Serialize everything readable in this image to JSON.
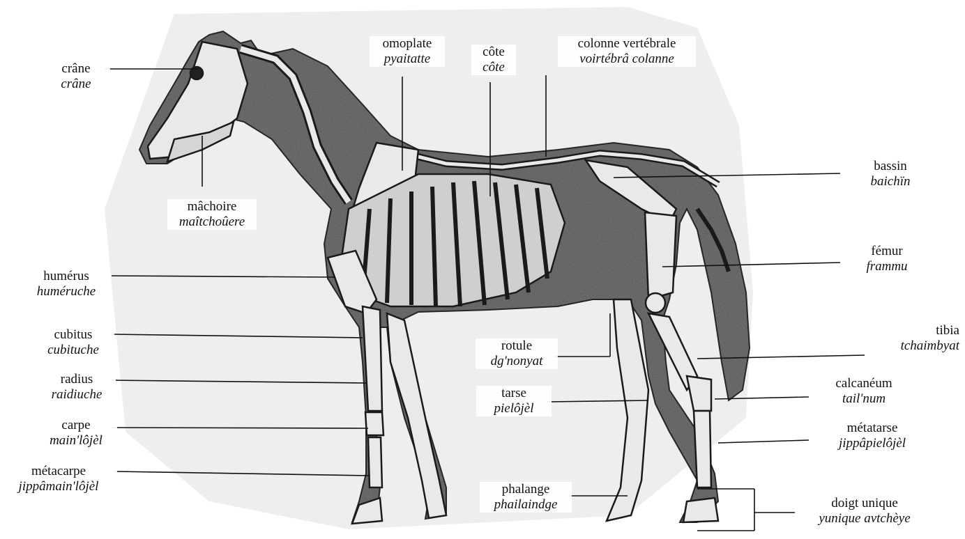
{
  "labels": {
    "crane": {
      "fr": "crâne",
      "patois": "crâne"
    },
    "machoire": {
      "fr": "mâchoire",
      "patois": "maîtchoûere"
    },
    "omoplate": {
      "fr": "omoplate",
      "patois": "pyaitatte"
    },
    "cote": {
      "fr": "côte",
      "patois": "côte"
    },
    "colonne": {
      "fr": "colonne vertébrale",
      "patois": "voirtébrâ colanne"
    },
    "bassin": {
      "fr": "bassin",
      "patois": "baichïn"
    },
    "femur": {
      "fr": "fémur",
      "patois": "frammu"
    },
    "humerus": {
      "fr": "humérus",
      "patois": "huméruche"
    },
    "cubitus": {
      "fr": "cubitus",
      "patois": "cubituche"
    },
    "radius": {
      "fr": "radius",
      "patois": "raidiuche"
    },
    "carpe": {
      "fr": "carpe",
      "patois": "main'lôjèl"
    },
    "metacarpe": {
      "fr": "métacarpe",
      "patois": "jippâmain'lôjèl"
    },
    "rotule": {
      "fr": "rotule",
      "patois": "dg'nonyat"
    },
    "tarse": {
      "fr": "tarse",
      "patois": "pielôjèl"
    },
    "phalange": {
      "fr": "phalange",
      "patois": "phailaindge"
    },
    "tibia": {
      "fr": "tibia",
      "patois": "tchaimbyat"
    },
    "calcaneum": {
      "fr": "calcanéum",
      "patois": "tail'num"
    },
    "metatarse": {
      "fr": "métatarse",
      "patois": "jippâpielôjèl"
    },
    "doigt": {
      "fr": "doigt unique",
      "patois": "yunique avtchèye"
    }
  },
  "colors": {
    "body": "#7a7a7a",
    "bone": "#e9e9e9",
    "outline": "#1a1a1a",
    "line": "#111111"
  }
}
